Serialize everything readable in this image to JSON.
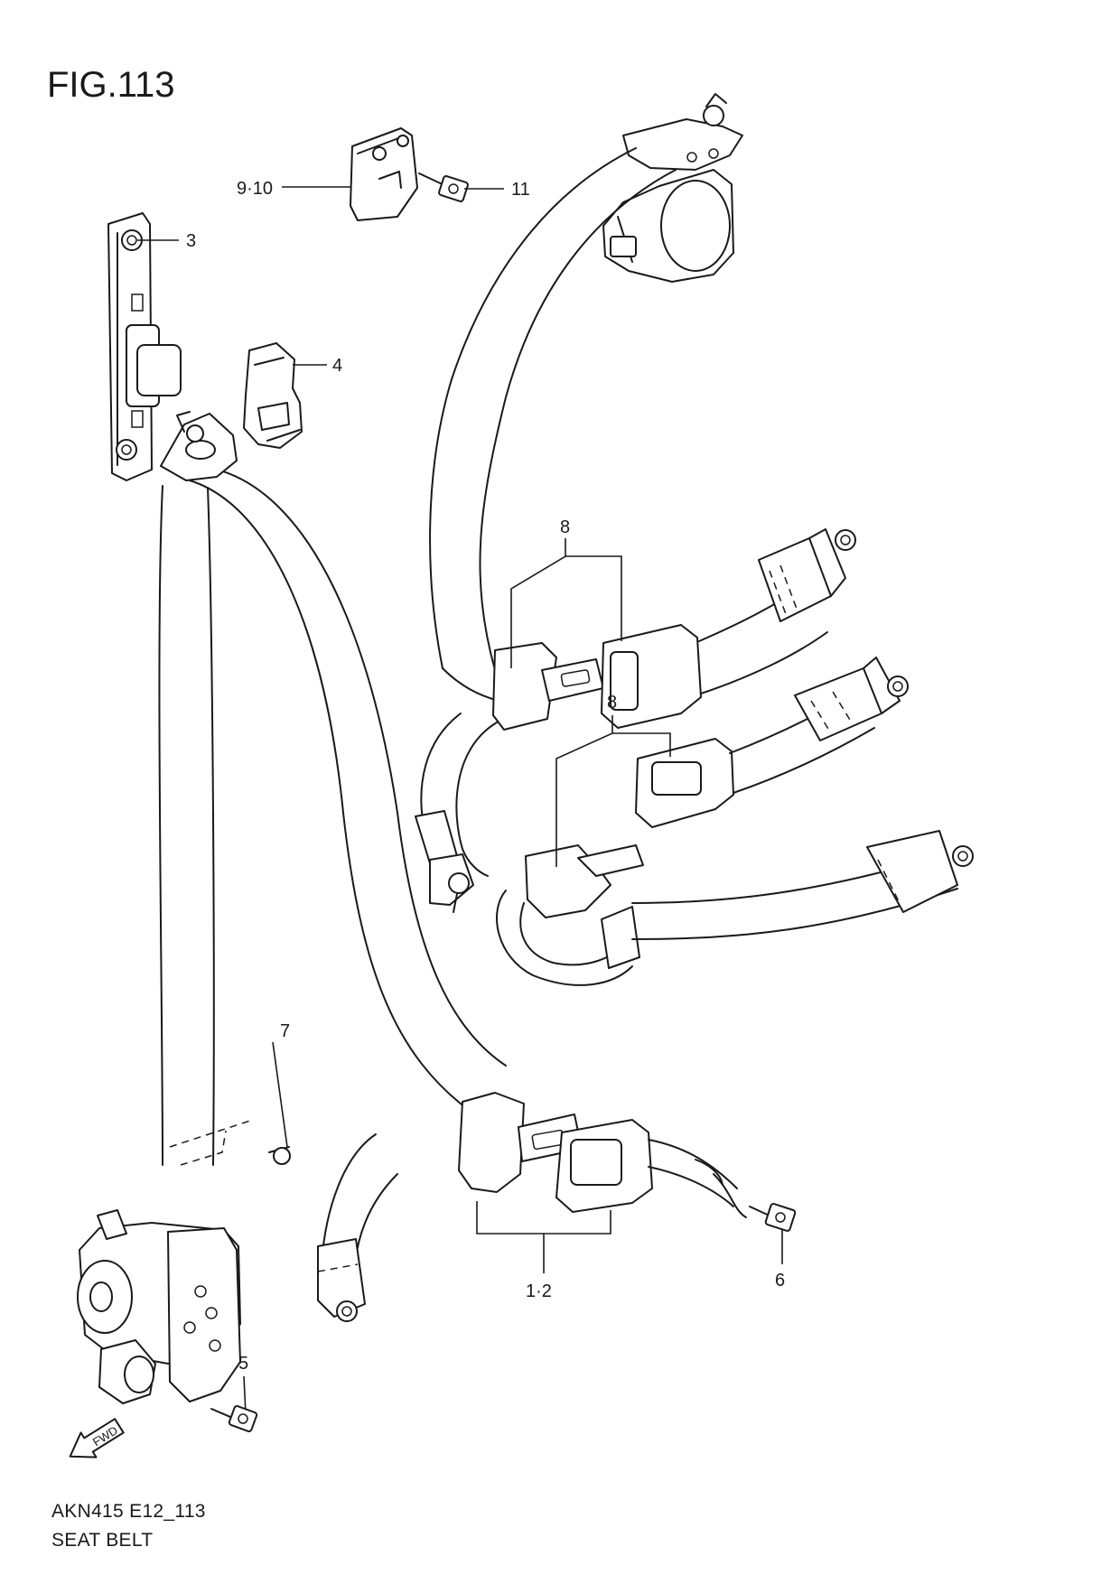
{
  "figure": {
    "title": "FIG.113",
    "code": "AKN415 E12_113",
    "name": "SEAT BELT"
  },
  "callouts": {
    "c1_2": "1·2",
    "c3": "3",
    "c4": "4",
    "c5": "5",
    "c6": "6",
    "c7": "7",
    "c8a": "8",
    "c8b": "8",
    "c9_10": "9·10",
    "c11": "11"
  },
  "fwd_arrow": {
    "label": "FWD",
    "icon": "fwd-arrow-icon"
  },
  "line_color": "#1a1a1a"
}
